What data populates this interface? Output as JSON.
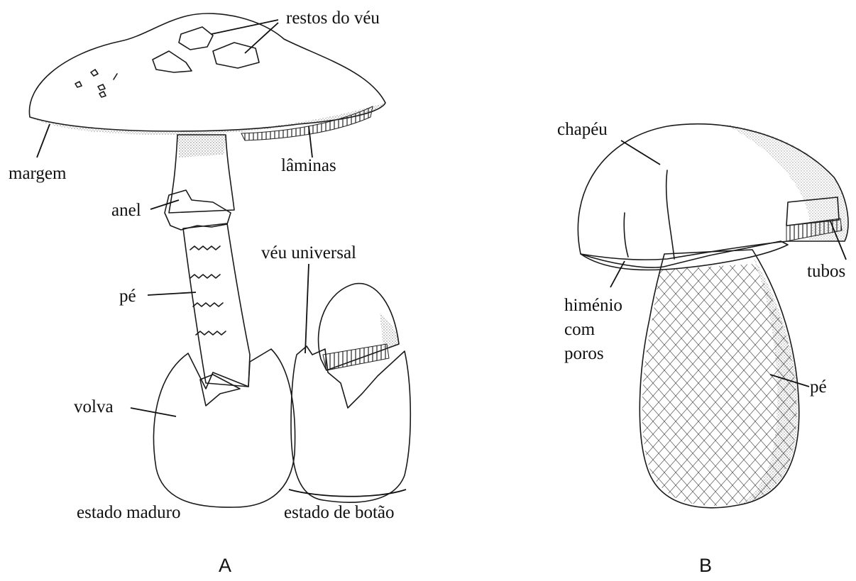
{
  "figure": {
    "panel_a": {
      "letter": "A",
      "labels": {
        "restos_do_veu": "restos do véu",
        "margem": "margem",
        "laminas": "lâminas",
        "anel": "anel",
        "pe": "pé",
        "veu_universal": "véu universal",
        "volva": "volva",
        "estado_maduro": "estado maduro",
        "estado_de_botao": "estado de botão"
      }
    },
    "panel_b": {
      "letter": "B",
      "labels": {
        "chapeu": "chapéu",
        "tubos": "tubos",
        "himenio_line1": "himénio",
        "himenio_line2": "com",
        "himenio_line3": "poros",
        "pe": "pé"
      }
    }
  }
}
